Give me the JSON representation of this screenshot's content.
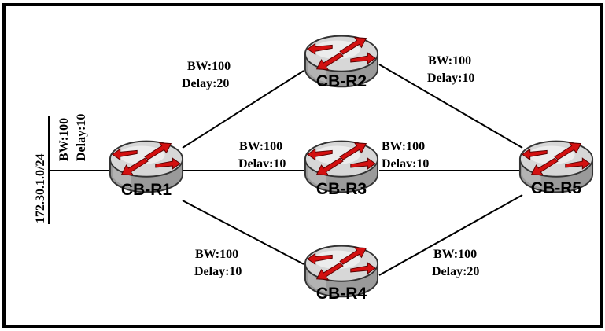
{
  "network": {
    "subnet": "172.30.1.0/24",
    "subnet_link": {
      "bw": "BW:100",
      "delay": "Delay:10"
    },
    "routers": {
      "r1": "CB-R1",
      "r2": "CB-R2",
      "r3": "CB-R3",
      "r4": "CB-R4",
      "r5": "CB-R5"
    },
    "links": {
      "r1_r2": {
        "bw": "BW:100",
        "delay": "Delay:20"
      },
      "r2_r5": {
        "bw": "BW:100",
        "delay": "Delay:10"
      },
      "r1_r3": {
        "bw": "BW:100",
        "delay": "Delav:10"
      },
      "r3_r5": {
        "bw": "BW:100",
        "delay": "Delav:10"
      },
      "r1_r4": {
        "bw": "BW:100",
        "delay": "Delay:10"
      },
      "r4_r5": {
        "bw": "BW:100",
        "delay": "Delay:20"
      }
    }
  }
}
